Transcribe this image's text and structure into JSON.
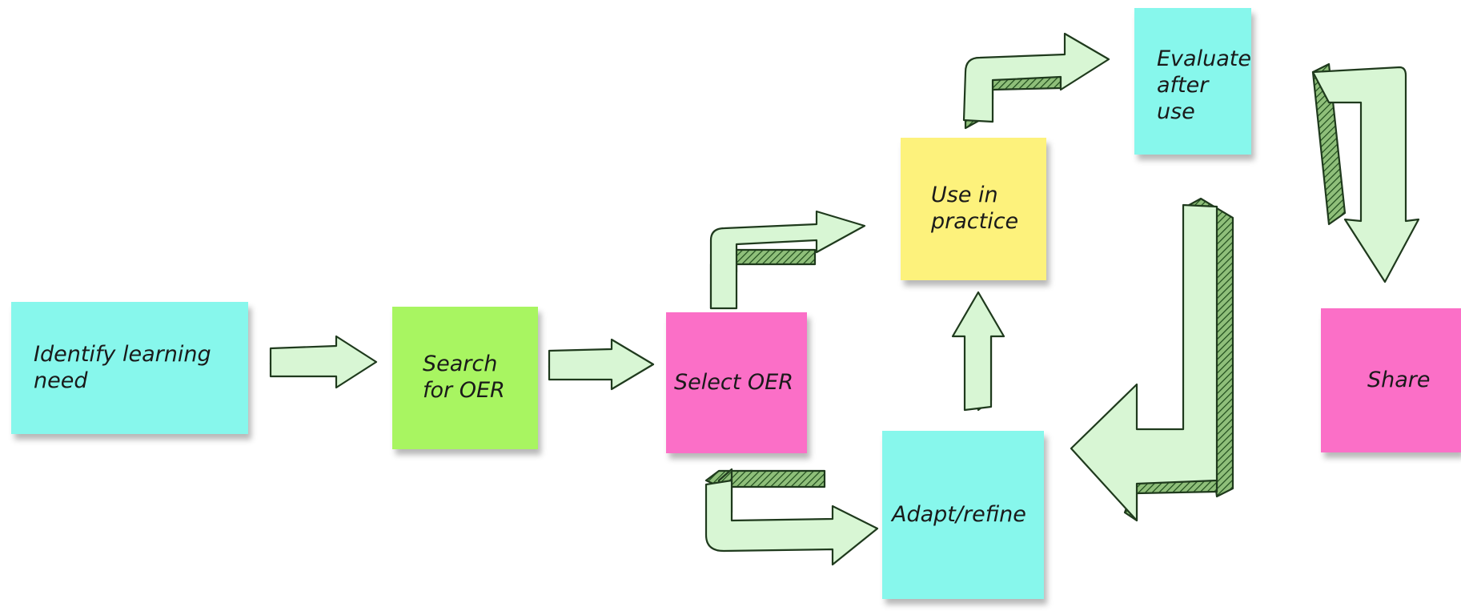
{
  "steps": {
    "identify": "Identify learning\nneed",
    "search": "Search\nfor OER",
    "select": "Select OER",
    "use": "Use in\npractice",
    "adapt": "Adapt/refine",
    "evaluate": "Evaluate\nafter use",
    "share": "Share"
  },
  "colors": {
    "teal": "#87f7ec",
    "green": "#a8f561",
    "pink": "#fb6fc7",
    "yellow": "#fdf27c",
    "arrow_fill": "#d8f6d4",
    "arrow_stroke": "#1f3a1d"
  }
}
